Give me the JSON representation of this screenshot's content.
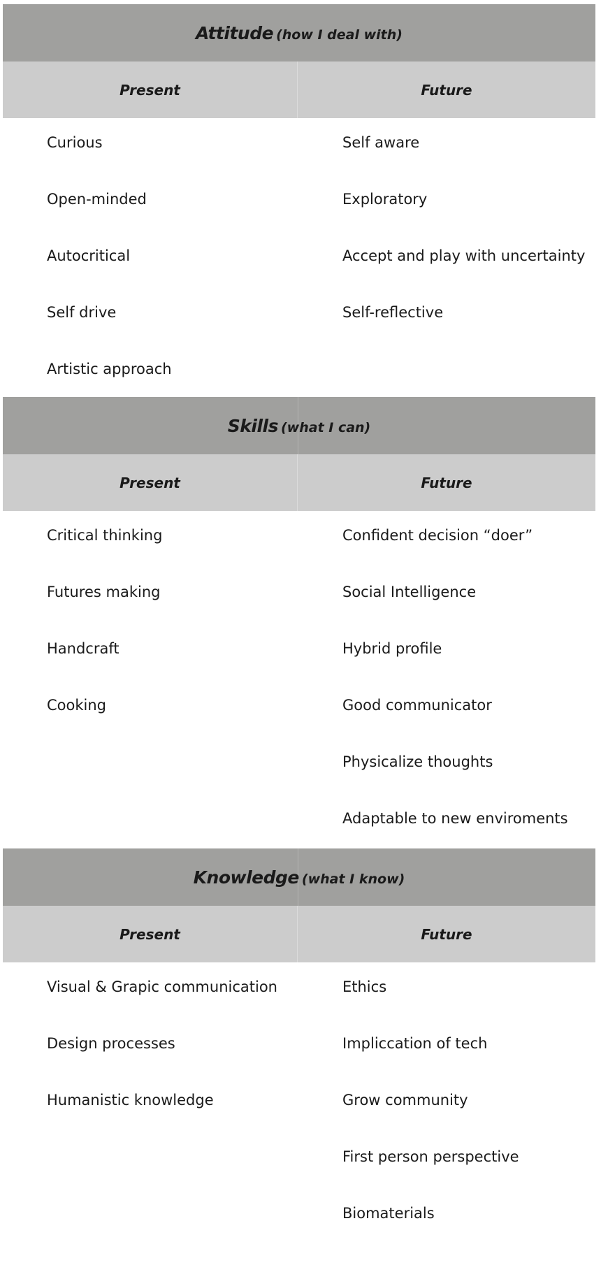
{
  "sections": [
    {
      "title": "Attitude",
      "subtitle": "(how I deal with)",
      "present_label": "Present",
      "future_label": "Future",
      "present": [
        "Curious",
        "Open-minded",
        "Autocritical",
        "Self drive",
        "Artistic approach"
      ],
      "future": [
        "Self aware",
        "Exploratory",
        "Accept and play with uncertainty",
        "Self-reflective"
      ]
    },
    {
      "title": "Skills",
      "subtitle": "(what I can)",
      "present_label": "Present",
      "future_label": "Future",
      "present": [
        "Critical thinking",
        "Futures making",
        "Handcraft",
        "Cooking"
      ],
      "future": [
        "Confident decision “doer”",
        "Social Intelligence",
        "Hybrid profile",
        "Good communicator",
        "Physicalize thoughts",
        "Adaptable to new enviroments"
      ]
    },
    {
      "title": "Knowledge",
      "subtitle": "(what I know)",
      "present_label": "Present",
      "future_label": "Future",
      "present": [
        "Visual & Grapic communication",
        "Design  processes",
        "Humanistic knowledge"
      ],
      "future": [
        "Ethics",
        "Impliccation of tech",
        "Grow community",
        "First person perspective",
        "Biomaterials"
      ]
    }
  ]
}
